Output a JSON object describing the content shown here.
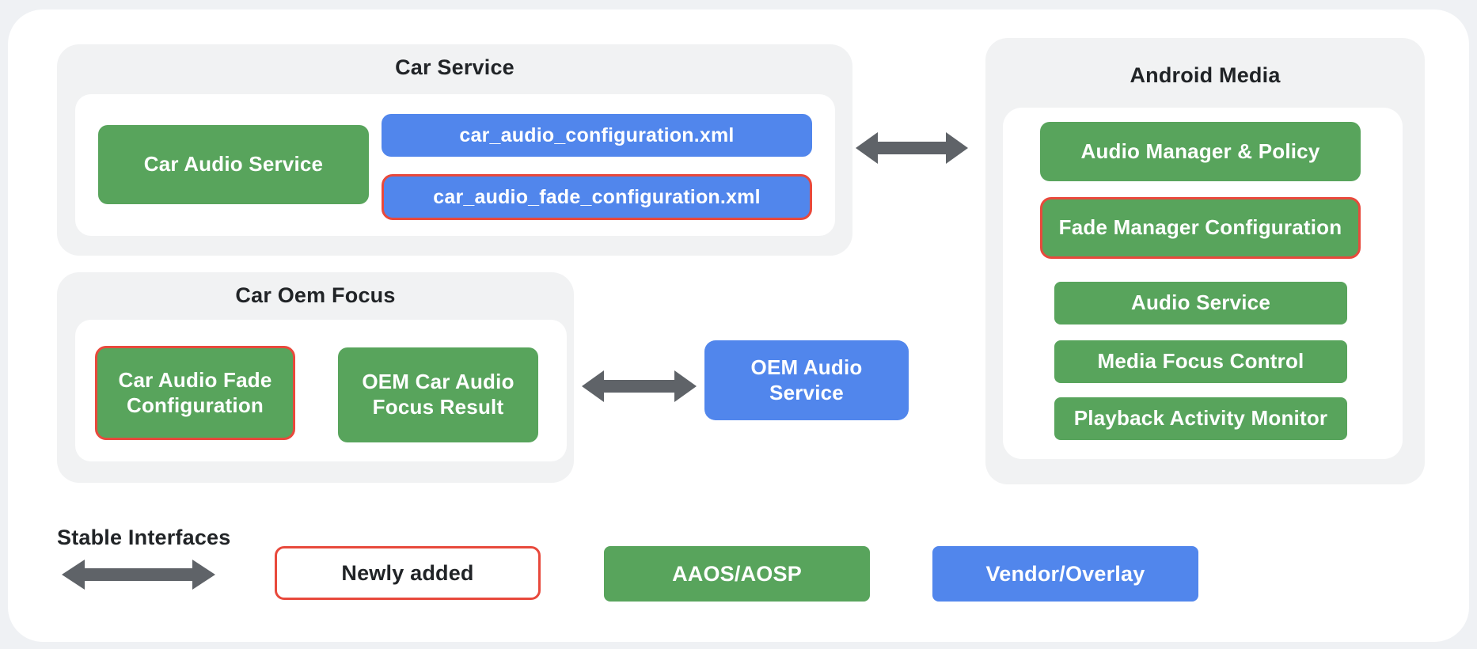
{
  "colors": {
    "aaos_green": "#58A45C",
    "vendor_blue": "#5186EC",
    "newly_added_red": "#E8493C",
    "arrow_gray": "#5F6368",
    "group_background": "#F1F2F3",
    "page_background": "#EFF1F4",
    "card_background": "#FFFFFF",
    "title_text": "#212427"
  },
  "groups": {
    "car_service": {
      "title": "Car Service",
      "nodes": {
        "car_audio_service": "Car Audio Service",
        "car_audio_configuration_xml": "car_audio_configuration.xml",
        "car_audio_fade_configuration_xml": "car_audio_fade_configuration.xml"
      }
    },
    "android_media": {
      "title": "Android Media",
      "nodes": {
        "audio_manager_policy": "Audio Manager & Policy",
        "fade_manager_configuration": "Fade Manager Configuration",
        "audio_service": "Audio Service",
        "media_focus_control": "Media Focus Control",
        "playback_activity_monitor": "Playback Activity Monitor"
      }
    },
    "car_oem_focus": {
      "title": "Car Oem Focus",
      "nodes": {
        "car_audio_fade_configuration": "Car Audio Fade Configuration",
        "oem_car_audio_focus_result": "OEM Car Audio Focus Result"
      }
    }
  },
  "standalone": {
    "oem_audio_service": "OEM Audio Service"
  },
  "icons": {
    "car_service_android_media_arrow": "bidirectional-arrow",
    "car_oem_focus_oem_audio_service_arrow": "bidirectional-arrow",
    "stable_interfaces_arrow": "bidirectional-arrow"
  },
  "legend": {
    "stable_interfaces": "Stable Interfaces",
    "newly_added": "Newly added",
    "aaos_aosp": "AAOS/AOSP",
    "vendor_overlay": "Vendor/Overlay"
  }
}
